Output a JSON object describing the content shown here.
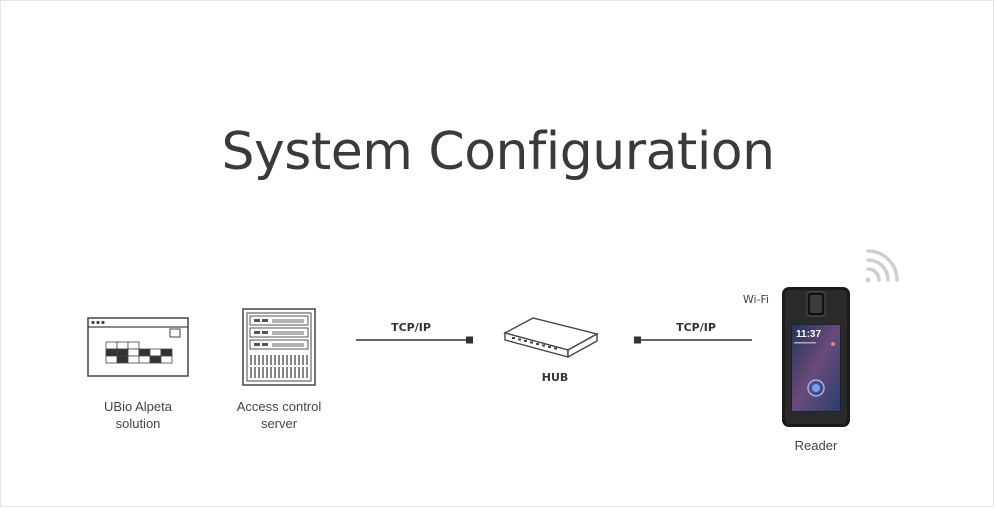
{
  "title": "System Configuration",
  "nodes": {
    "solution_line1": "UBio Alpeta",
    "solution_line2": "solution",
    "server_line1": "Access control",
    "server_line2": "server",
    "hub": "HUB",
    "reader": "Reader"
  },
  "connections": {
    "left_link": "TCP/IP",
    "right_link": "TCP/IP",
    "wireless": "Wi-Fi"
  },
  "reader_screen": {
    "clock": "11:37"
  }
}
